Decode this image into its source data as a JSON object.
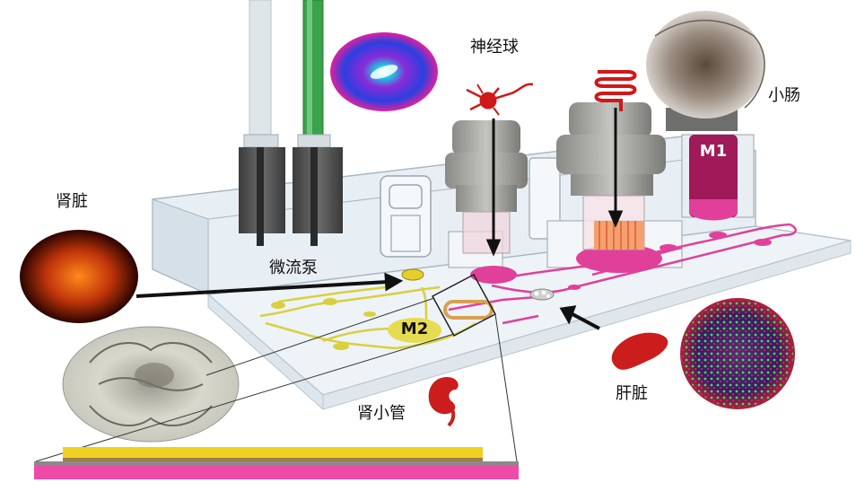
{
  "labels": {
    "neurosphere": "神经球",
    "small_intestine": "小肠",
    "kidney": "肾脏",
    "micropump": "微流泵",
    "liver": "肝脏",
    "renal_tubule": "肾小管",
    "m1": "M1",
    "m2": "M2"
  },
  "colors": {
    "chip_pink": "#e0409a",
    "chip_yellow": "#d8d040",
    "m2_fill": "#e6dc52",
    "m1_fill": "#a01a5a",
    "organ_red": "#cc1d1d",
    "arrow": "#111111",
    "green_tube": "#3aa34c"
  }
}
